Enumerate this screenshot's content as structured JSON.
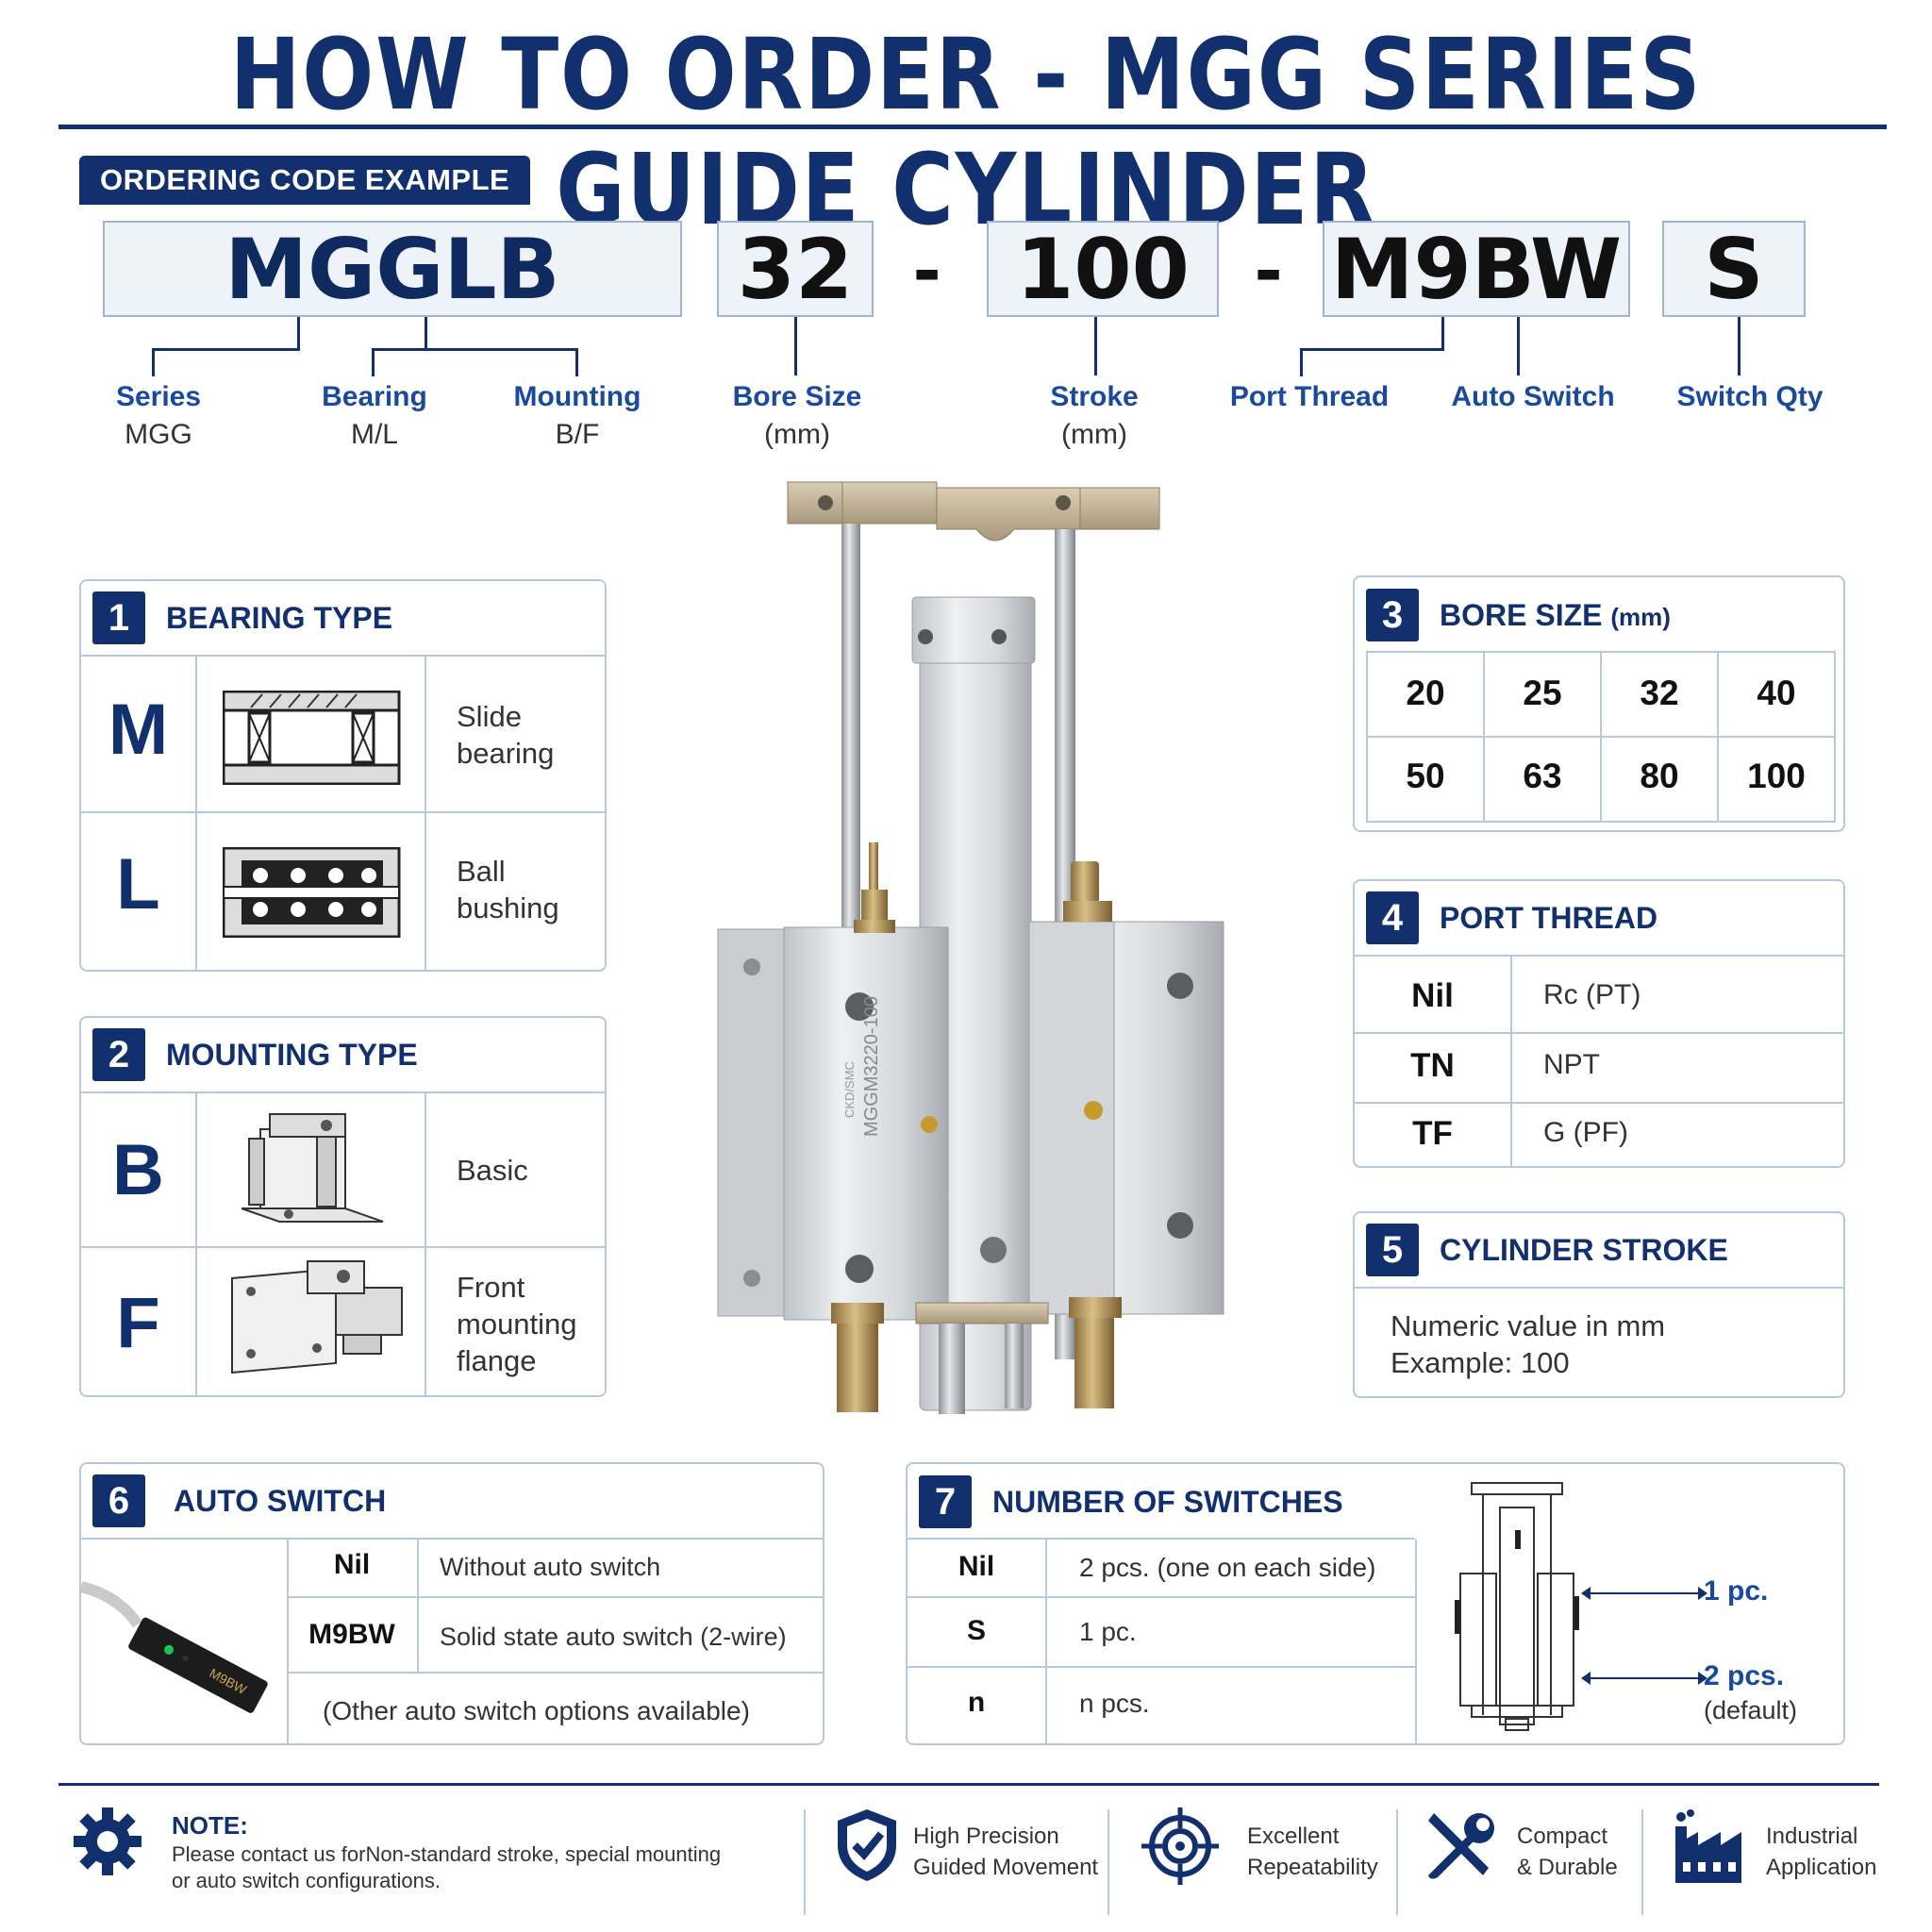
{
  "title": "HOW TO ORDER - MGG SERIES GUIDE CYLINDER",
  "ordering_example": {
    "badge": "ORDERING CODE EXAMPLE",
    "segments": [
      "MGGLB",
      "32",
      "100",
      "M9BW",
      "S"
    ],
    "separator": "-",
    "labels": [
      {
        "name": "Series",
        "value": "MGG"
      },
      {
        "name": "Bearing",
        "value": "M/L"
      },
      {
        "name": "Mounting",
        "value": "B/F"
      },
      {
        "name": "Bore Size",
        "value": "(mm)"
      },
      {
        "name": "Stroke",
        "value": "(mm)"
      },
      {
        "name": "Port Thread",
        "value": ""
      },
      {
        "name": "Auto Switch",
        "value": ""
      },
      {
        "name": "Switch Qty",
        "value": ""
      }
    ]
  },
  "bearing_type": {
    "num": "1",
    "title": "BEARING TYPE",
    "rows": [
      {
        "code": "M",
        "desc_l1": "Slide",
        "desc_l2": "bearing"
      },
      {
        "code": "L",
        "desc_l1": "Ball",
        "desc_l2": "bushing"
      }
    ]
  },
  "mounting_type": {
    "num": "2",
    "title": "MOUNTING TYPE",
    "rows": [
      {
        "code": "B",
        "desc_l1": "Basic",
        "desc_l2": "",
        "desc_l3": ""
      },
      {
        "code": "F",
        "desc_l1": "Front",
        "desc_l2": "mounting",
        "desc_l3": "flange"
      }
    ]
  },
  "bore_size": {
    "num": "3",
    "title": "BORE SIZE",
    "unit": "(mm)",
    "values": [
      "20",
      "25",
      "32",
      "40",
      "50",
      "63",
      "80",
      "100"
    ]
  },
  "port_thread": {
    "num": "4",
    "title": "PORT THREAD",
    "rows": [
      {
        "code": "Nil",
        "desc": "Rc (PT)"
      },
      {
        "code": "TN",
        "desc": "NPT"
      },
      {
        "code": "TF",
        "desc": "G (PF)"
      }
    ]
  },
  "cylinder_stroke": {
    "num": "5",
    "title": "CYLINDER STROKE",
    "line1": "Numeric value in mm",
    "line2": "Example: 100"
  },
  "auto_switch": {
    "num": "6",
    "title": "AUTO SWITCH",
    "rows": [
      {
        "code": "Nil",
        "desc": "Without auto switch"
      },
      {
        "code": "M9BW",
        "desc": "Solid state auto switch (2-wire)"
      }
    ],
    "note": "(Other auto switch options available)",
    "sensor_label": "M9BW"
  },
  "num_switches": {
    "num": "7",
    "title": "NUMBER OF SWITCHES",
    "rows": [
      {
        "code": "Nil",
        "desc": "2 pcs. (one on each side)"
      },
      {
        "code": "S",
        "desc": "1 pc."
      },
      {
        "code": "n",
        "desc": "n pcs."
      }
    ],
    "callout_1": "1 pc.",
    "callout_2": "2 pcs.",
    "callout_2_sub": "(default)"
  },
  "product": {
    "label_main": "MGGM3220-100",
    "label_brand": "CKD/SMC"
  },
  "footer": {
    "note_title": "NOTE:",
    "note_l1": "Please contact us forNon-standard stroke, special mounting",
    "note_l2": "or auto switch configurations.",
    "features": [
      {
        "icon": "shield-icon",
        "l1": "High Precision",
        "l2": "Guided Movement"
      },
      {
        "icon": "target-icon",
        "l1": "Excellent",
        "l2": "Repeatability"
      },
      {
        "icon": "tools-icon",
        "l1": "Compact",
        "l2": "& Durable"
      },
      {
        "icon": "factory-icon",
        "l1": "Industrial",
        "l2": "Application"
      }
    ]
  },
  "colors": {
    "navy": "#13306e",
    "accent": "#1a4a9c",
    "border": "#b7c8de",
    "box_bg": "#eef3f9"
  }
}
